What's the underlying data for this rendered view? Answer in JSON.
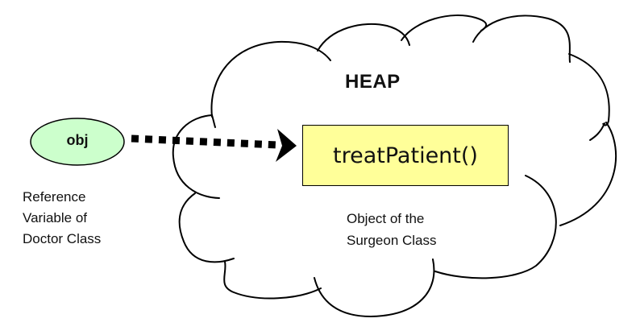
{
  "diagram": {
    "reference": {
      "name": "obj",
      "caption": "Reference\nVariable of\nDoctor Class",
      "fill_color": "#ccffcc"
    },
    "heap": {
      "title": "HEAP",
      "object": {
        "method": "treatPatient()",
        "fill_color": "#ffff99",
        "caption": "Object of the\nSurgeon Class"
      }
    },
    "arrow": {
      "style": "dotted",
      "from": "obj",
      "to": "treatPatient()"
    }
  }
}
